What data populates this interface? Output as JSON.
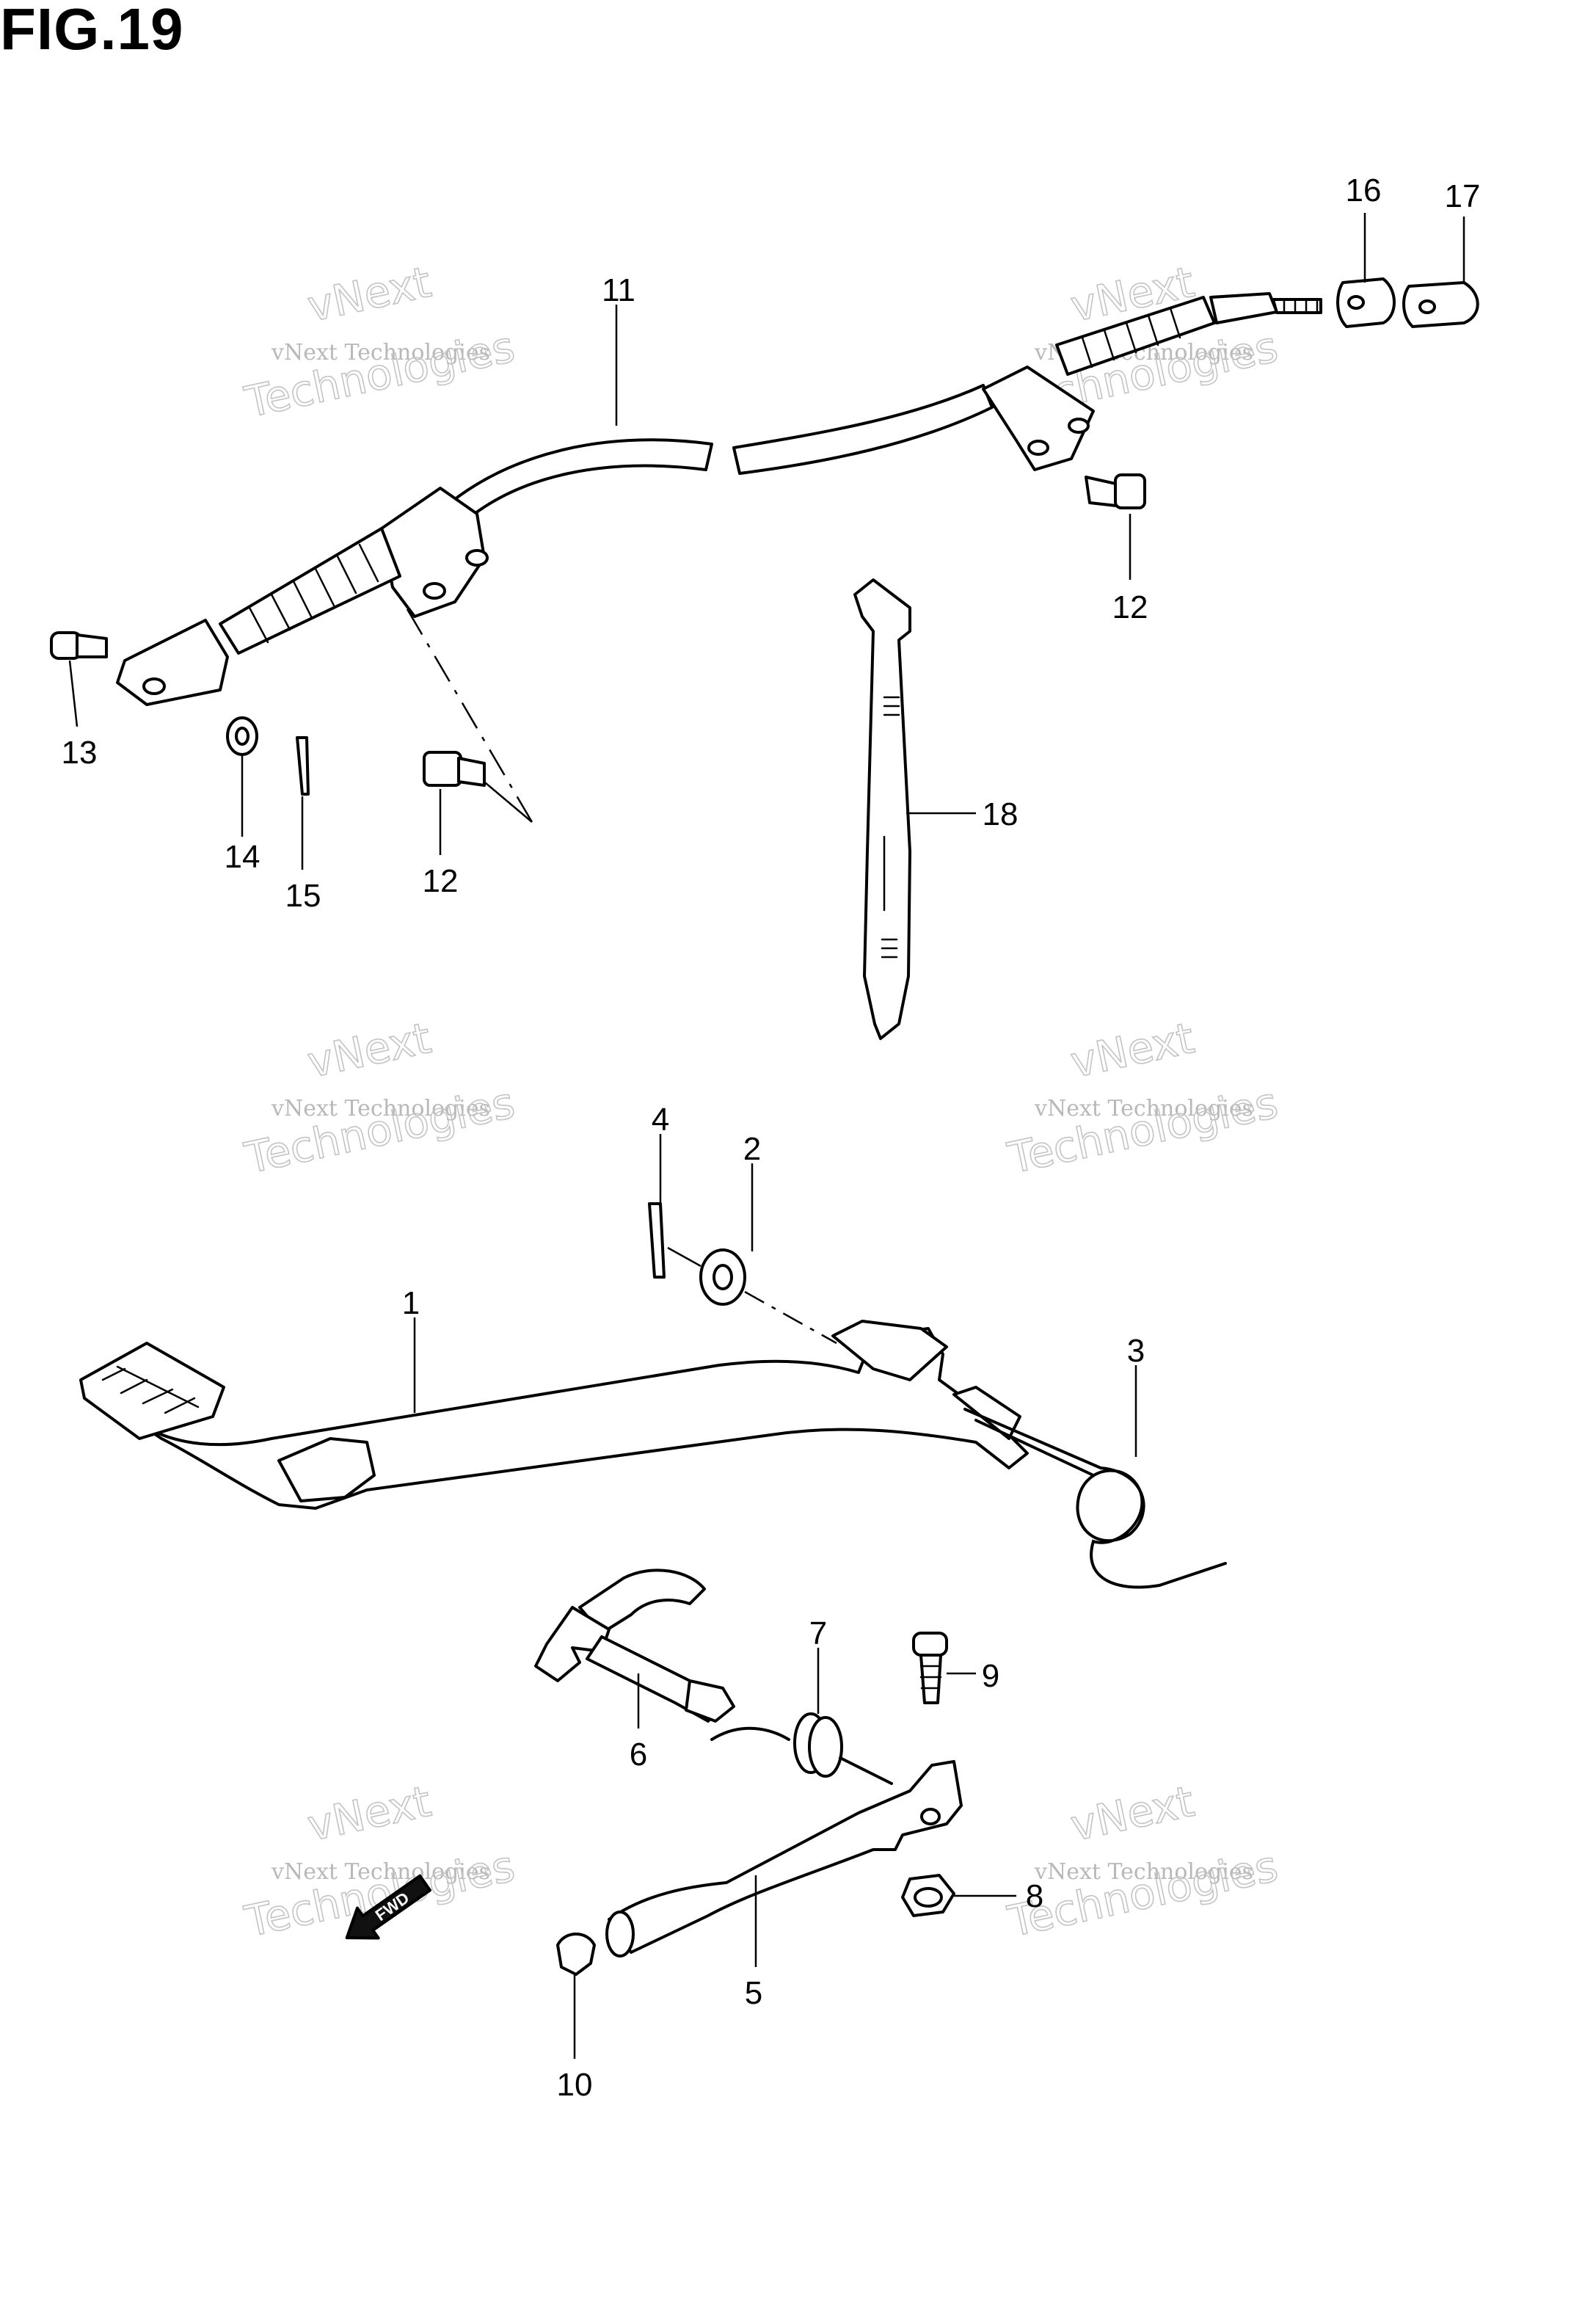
{
  "figure": {
    "title": "FIG.19"
  },
  "watermark": {
    "line1": "vNext Technologies",
    "line2": "vNext",
    "line3": "Technologies"
  },
  "callouts": [
    {
      "id": "c1",
      "label": "1"
    },
    {
      "id": "c2",
      "label": "2"
    },
    {
      "id": "c3",
      "label": "3"
    },
    {
      "id": "c4",
      "label": "4"
    },
    {
      "id": "c5",
      "label": "5"
    },
    {
      "id": "c6",
      "label": "6"
    },
    {
      "id": "c7",
      "label": "7"
    },
    {
      "id": "c8",
      "label": "8"
    },
    {
      "id": "c9",
      "label": "9"
    },
    {
      "id": "c10",
      "label": "10"
    },
    {
      "id": "c11",
      "label": "11"
    },
    {
      "id": "c12a",
      "label": "12"
    },
    {
      "id": "c12b",
      "label": "12"
    },
    {
      "id": "c13",
      "label": "13"
    },
    {
      "id": "c14",
      "label": "14"
    },
    {
      "id": "c15",
      "label": "15"
    },
    {
      "id": "c16",
      "label": "16"
    },
    {
      "id": "c17",
      "label": "17"
    },
    {
      "id": "c18",
      "label": "18"
    }
  ],
  "direction_marker": {
    "label": "FWD"
  }
}
